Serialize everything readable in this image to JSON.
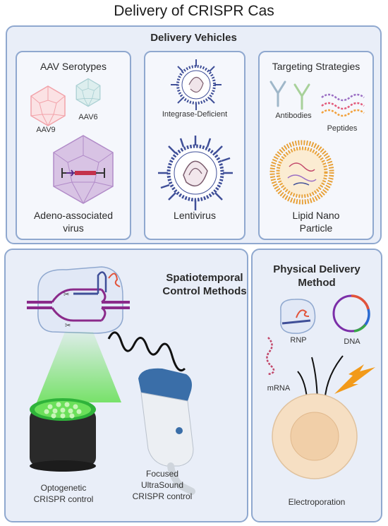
{
  "title": "Delivery of CRISPR Cas",
  "delivery_vehicles": {
    "heading": "Delivery Vehicles",
    "aav": {
      "heading": "AAV Serotypes",
      "aav9": "AAV9",
      "aav6": "AAV6",
      "caption_line1": "Adeno-associated",
      "caption_line2": "virus"
    },
    "lentivirus": {
      "integrase": "Integrase-Deficient",
      "caption": "Lentivirus"
    },
    "targeting": {
      "heading": "Targeting Strategies",
      "antibodies": "Antibodies",
      "peptides": "Peptides",
      "caption_line1": "Lipid Nano",
      "caption_line2": "Particle"
    }
  },
  "spatiotemporal": {
    "heading_line1": "Spatiotemporal",
    "heading_line2": "Control Methods",
    "optogenetic_line1": "Optogenetic",
    "optogenetic_line2": "CRISPR control",
    "ultrasound_line1": "Focused",
    "ultrasound_line2": "UltraSound",
    "ultrasound_line3": "CRISPR control"
  },
  "physical": {
    "heading_line1": "Physical Delivery",
    "heading_line2": "Method",
    "rnp": "RNP",
    "dna": "DNA",
    "mrna": "mRNA",
    "electroporation": "Electroporation"
  },
  "colors": {
    "panel_border": "#8fa8cf",
    "panel_fill": "#e9eef8",
    "aav9": "#f2a3aa",
    "aav6": "#a9cfd2",
    "aav_capsid": "#c5a5d6",
    "virus_blue": "#3f4f98",
    "lipid_orange": "#e8a23a",
    "green_light": "#6be05a",
    "cell": "#f6dfc3",
    "lightning": "#f29a1a"
  }
}
